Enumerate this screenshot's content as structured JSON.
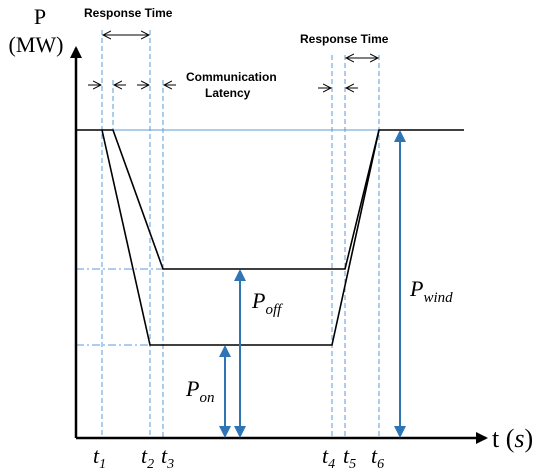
{
  "axes": {
    "y_label_line1": "P",
    "y_label_line2": "(MW)",
    "x_label": "t",
    "x_unit_open": " (",
    "x_unit": "s",
    "x_unit_close": ")"
  },
  "annotations": {
    "response_time_1": "Response Time",
    "response_time_2": "Response Time",
    "comm_latency_line1": "Communication",
    "comm_latency_line2": "Latency"
  },
  "quantities": {
    "p_off_base": "P",
    "p_off_sub": "off",
    "p_on_base": "P",
    "p_on_sub": "on",
    "p_wind_base": "P",
    "p_wind_sub": "wind"
  },
  "time_labels": [
    {
      "base": "t",
      "sub": "1"
    },
    {
      "base": "t",
      "sub": "2"
    },
    {
      "base": "t",
      "sub": "3"
    },
    {
      "base": "t",
      "sub": "4"
    },
    {
      "base": "t",
      "sub": "5"
    },
    {
      "base": "t",
      "sub": "6"
    }
  ],
  "colors": {
    "axis": "#000000",
    "curve": "#000000",
    "guide": "#5b9bd5",
    "arrow_blue": "#2e75b6"
  }
}
